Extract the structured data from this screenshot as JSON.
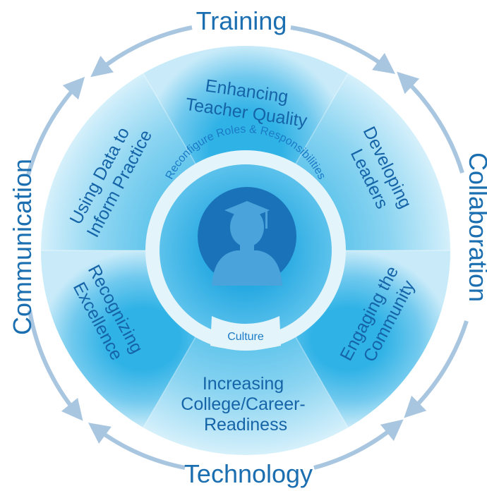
{
  "outer_cycle": {
    "top": "Training",
    "right": "Collaboration",
    "bottom": "Technology",
    "left": "Communication"
  },
  "segments": {
    "top": [
      "Enhancing",
      "Teacher Quality"
    ],
    "upper_right": [
      "Developing",
      "Leaders"
    ],
    "lower_right": [
      "Engaging the",
      "Community"
    ],
    "bottom": [
      "Increasing",
      "College/Career-",
      "Readiness"
    ],
    "lower_left": [
      "Recognizing",
      "Excellence"
    ],
    "upper_left": [
      "Using Data to",
      "Inform Practice"
    ]
  },
  "inner_ring": {
    "top_arc": "Reconfigure Roles & Responsibilities",
    "bottom": "Culture"
  },
  "center": {
    "icon": "graduate-silhouette-icon"
  },
  "colors": {
    "arrow": "#a9c6e0",
    "text": "#1664a8",
    "outer_disc": "#bde6f6",
    "ring": "#e2f3fb",
    "center_disc": "#1a73b9",
    "graduate": "#4aa3db"
  }
}
